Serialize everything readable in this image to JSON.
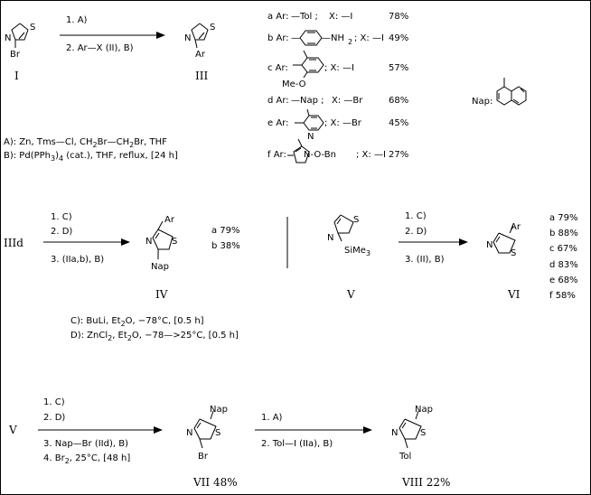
{
  "structures": {
    "S": "S",
    "N": "N",
    "Br": "Br",
    "Ar": "Ar",
    "Nap": "Nap",
    "SiMe3": "SiMe",
    "SiMe3_sub": "3",
    "Tol": "Tol",
    "MeO": "Me-O",
    "Bn": "N-O-Bn"
  },
  "compounds": {
    "I": "I",
    "III": "III",
    "IIId": "IIId",
    "IV": "IV",
    "V": "V",
    "VI": "VI",
    "V2": "V",
    "VII": "VII 48%",
    "VIII": "VIII 22%"
  },
  "scheme1": {
    "step1": "1. A)",
    "step2": "2. Ar—X   (II), B)",
    "entries": [
      {
        "label": "a Ar:",
        "ar": "—Tol ;",
        "x": "X: —I",
        "yield": "78%"
      },
      {
        "label": "b Ar:",
        "ar": "—",
        "x": "—NH",
        "x_sub": "2",
        "x_tail": "; X: —I",
        "yield": "49%"
      },
      {
        "label": "c Ar:",
        "ar": "",
        "x": "; X: —I",
        "yield": "57%"
      },
      {
        "label": "d Ar:",
        "ar": "—Nap ;",
        "x": "X: —Br",
        "yield": "68%"
      },
      {
        "label": "e Ar:",
        "ar": "",
        "x": "; X: —Br",
        "yield": "45%"
      },
      {
        "label": "f Ar:",
        "ar": "",
        "x": "; X: —I",
        "yield": "27%"
      }
    ],
    "nap_label": "Nap:",
    "cond_A_pre": "A):  Zn,  Tms—Cl,  CH",
    "cond_A_sub1": "2",
    "cond_A_mid": "Br—CH",
    "cond_A_sub2": "2",
    "cond_A_post": "Br,  THF",
    "cond_B_pre": "B):  Pd(PPh",
    "cond_B_sub": "3",
    "cond_B_mid": ")",
    "cond_B_sub2": "4",
    "cond_B_post": " (cat.),  THF,  reflux,  [24 h]"
  },
  "scheme2": {
    "s1": "1. C)",
    "s2": "2. D)",
    "s3": "3. (IIa,b), B)",
    "ya": "a 79%",
    "yb": "b 38%",
    "cond_C_pre": "C):  BuLi,  Et",
    "cond_C_sub": "2",
    "cond_C_post": "O,  −78°C,  [0.5 h]",
    "cond_D_pre": "D):  ZnCl",
    "cond_D_sub": "2",
    "cond_D_mid": ",  Et",
    "cond_D_sub2": "2",
    "cond_D_post": "O,  −78—>25°C,  [0.5 h]"
  },
  "scheme3": {
    "s1": "1. C)",
    "s2": "2. D)",
    "s3": "3. (II), B)",
    "yields": [
      "a 79%",
      "b 88%",
      "c 67%",
      "d 83%",
      "e 68%",
      "f 58%"
    ]
  },
  "scheme4": {
    "s1": "1. C)",
    "s2": "2. D)",
    "s3": "3. Nap—Br   (IId), B)",
    "s4": "4. Br",
    "s4_sub": "2",
    "s4_post": ", 25°C, [48 h]",
    "t1": "1. A)",
    "t2": "2. Tol—I   (IIa), B)"
  }
}
